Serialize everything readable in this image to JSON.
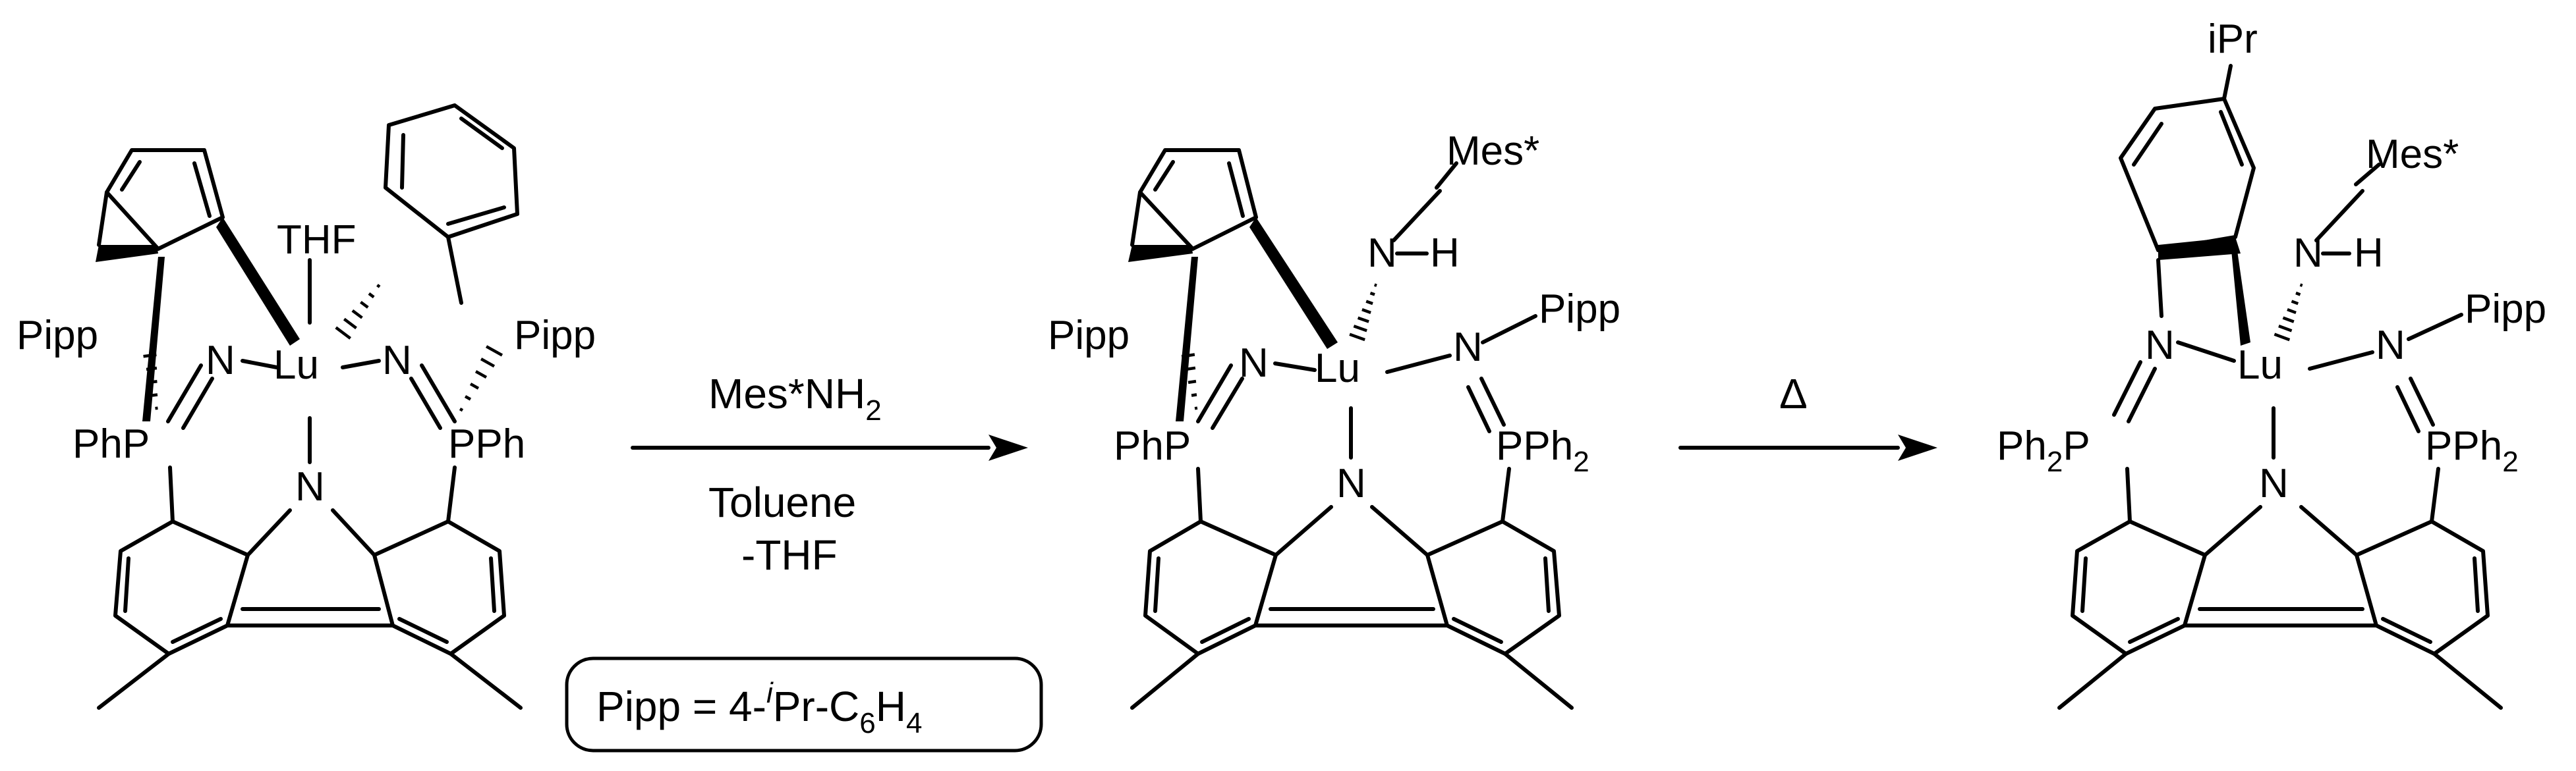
{
  "reaction": {
    "step1": {
      "reagent_main": "Mes*NH",
      "reagent_sub": "2",
      "solvent": "Toluene",
      "byproduct": "-THF"
    },
    "step2": {
      "condition": "Δ"
    },
    "legend": {
      "prefix": "Pipp = 4-",
      "italic": "i",
      "mid": "Pr-C",
      "sub1": "6",
      "mid2": "H",
      "sub2": "4"
    }
  },
  "compounds": {
    "c1": {
      "lu": "Lu",
      "thf": "THF",
      "n_left": "N",
      "n_right": "N",
      "n_bottom": "N",
      "pipp_left": "Pipp",
      "pipp_right": "Pipp",
      "php_left": "PhP",
      "pph_right": "PPh"
    },
    "c2": {
      "lu": "Lu",
      "mes": "Mes*",
      "nh_n": "N",
      "nh_h": "H",
      "n_left": "N",
      "n_right": "N",
      "n_bottom": "N",
      "pipp_left": "Pipp",
      "pipp_right": "Pipp",
      "php_left": "PhP",
      "pph2_main": "PPh",
      "pph2_sub": "2"
    },
    "c3": {
      "lu": "Lu",
      "ipr": "iPr",
      "mes": "Mes*",
      "nh_n": "N",
      "nh_h": "H",
      "n_left": "N",
      "n_right": "N",
      "n_bottom": "N",
      "pipp_right": "Pipp",
      "ph2p_main": "Ph",
      "ph2p_sub": "2",
      "ph2p_p": "P",
      "pph2_main": "PPh",
      "pph2_sub": "2"
    }
  }
}
